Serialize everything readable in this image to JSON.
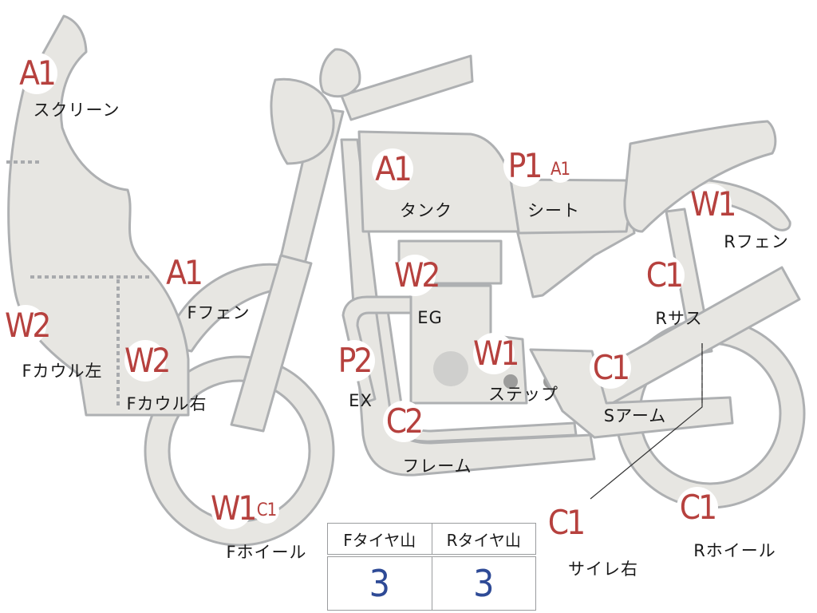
{
  "parts": [
    {
      "id": "screen",
      "label": "スクリーン",
      "badges": [
        "A1"
      ]
    },
    {
      "id": "tank",
      "label": "タンク",
      "badges": [
        "A1"
      ]
    },
    {
      "id": "seat",
      "label": "シート",
      "badges": [
        "P1",
        "A1"
      ]
    },
    {
      "id": "rfender",
      "label": "Rフェン",
      "badges": [
        "W1"
      ]
    },
    {
      "id": "ffender",
      "label": "Fフェン",
      "badges": [
        "A1"
      ]
    },
    {
      "id": "engine",
      "label": "EG",
      "badges": [
        "W2"
      ]
    },
    {
      "id": "rsus",
      "label": "Rサス",
      "badges": [
        "C1"
      ]
    },
    {
      "id": "cowl-left",
      "label": "Fカウル左",
      "badges": [
        "W2"
      ]
    },
    {
      "id": "cowl-right",
      "label": "Fカウル右",
      "badges": [
        "W2"
      ]
    },
    {
      "id": "exhaust",
      "label": "EX",
      "badges": [
        "P2"
      ]
    },
    {
      "id": "step",
      "label": "ステップ",
      "badges": [
        "W1"
      ]
    },
    {
      "id": "swingarm",
      "label": "Sアーム",
      "badges": [
        "C1"
      ]
    },
    {
      "id": "frame",
      "label": "フレーム",
      "badges": [
        "C2"
      ]
    },
    {
      "id": "fwheel",
      "label": "Fホイール",
      "badges": [
        "W1",
        "C1"
      ]
    },
    {
      "id": "muffler-right",
      "label": "サイレ右",
      "badges": [
        "C1"
      ]
    },
    {
      "id": "rwheel",
      "label": "Rホイール",
      "badges": [
        "C1"
      ]
    }
  ],
  "tire_table": {
    "headers": [
      "Fタイヤ山",
      "Rタイヤ山"
    ],
    "values": [
      "3",
      "3"
    ]
  },
  "colors": {
    "badge_text": "#b6413e",
    "tire_value": "#2e4a96",
    "part_fill": "#e7e6e2",
    "part_outline": "#aeb0b2"
  }
}
